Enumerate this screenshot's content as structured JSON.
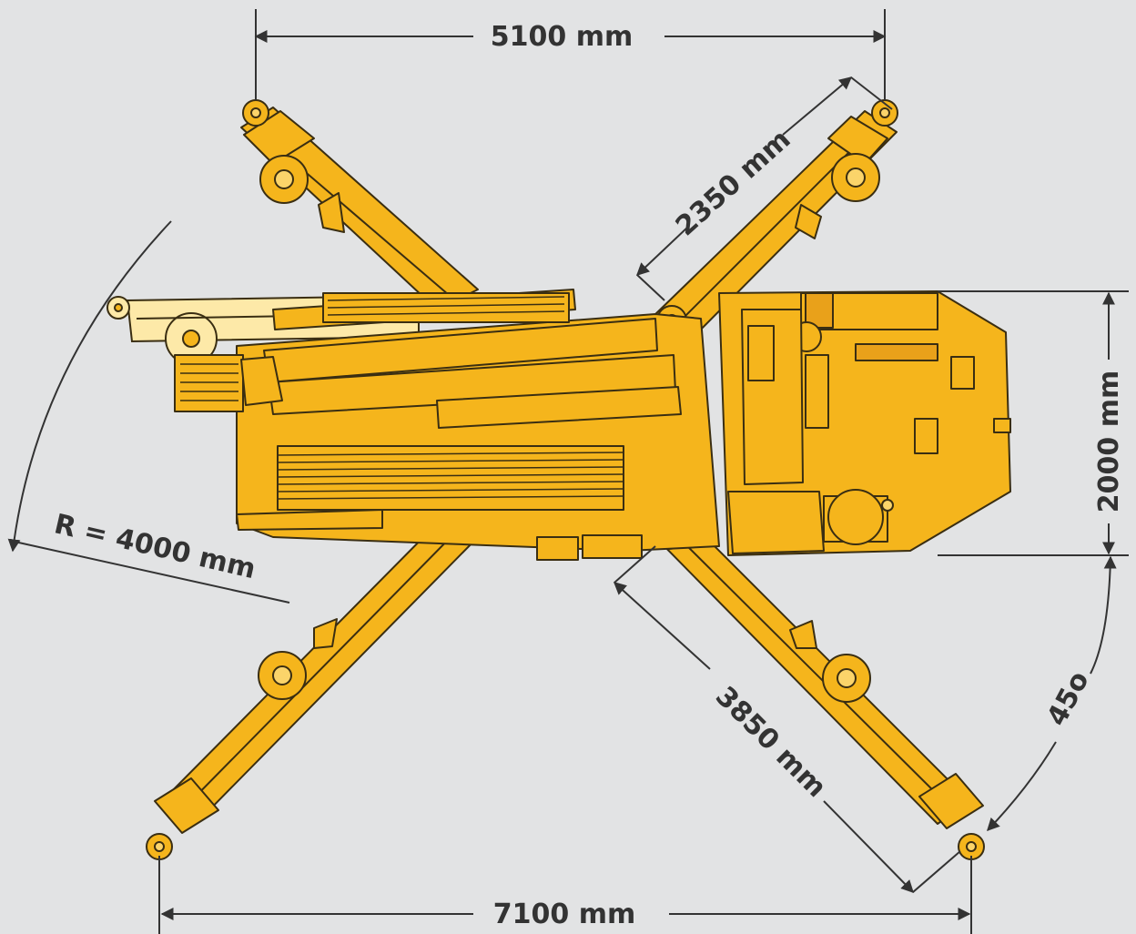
{
  "colors": {
    "background": "#e2e3e4",
    "machine": "#f5b51c",
    "machine_light": "#fde9a8",
    "outline": "#3a2e12",
    "dimension": "#333333"
  },
  "dimensions": {
    "front_outrigger_span": "5100 mm",
    "rear_outrigger_span": "7100 mm",
    "front_outrigger_length": "2350 mm",
    "rear_outrigger_length": "3850 mm",
    "chassis_width": "2000 mm",
    "outrigger_angle": "45o",
    "slewing_radius": "R = 4000 mm"
  }
}
